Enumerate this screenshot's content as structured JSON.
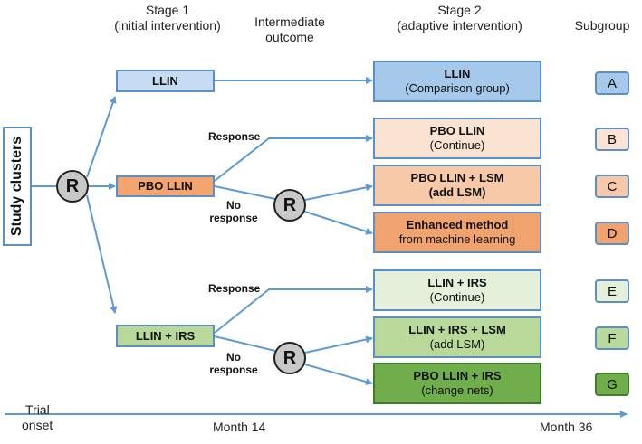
{
  "headers": {
    "stage1": [
      "Stage 1",
      "(initial intervention)"
    ],
    "intermediate": [
      "Intermediate",
      "outcome"
    ],
    "stage2": [
      "Stage 2",
      "(adaptive intervention)"
    ],
    "subgroup": "Subgroup"
  },
  "study_clusters": "Study clusters",
  "random_label": "R",
  "stage1_boxes": {
    "llin": "LLIN",
    "pbo": "PBO LLIN",
    "irs": "LLIN + IRS"
  },
  "edge_labels": {
    "pbo_response": "Response",
    "pbo_no_response": [
      "No",
      "response"
    ],
    "irs_response": "Response",
    "irs_no_response": [
      "No",
      "response"
    ]
  },
  "stage2_boxes": [
    {
      "title": "LLIN",
      "sub": "(Comparison group)",
      "fill": "#a6c8ea",
      "border": "#5b8fc7"
    },
    {
      "title": "PBO LLIN",
      "sub": "(Continue)",
      "fill": "#fbe3d3",
      "border": "#5b8fc7"
    },
    {
      "title": "PBO LLIN + LSM",
      "sub": "(add LSM)",
      "fill": "#f7c9a8",
      "border": "#5b8fc7"
    },
    {
      "title": "Enhanced method",
      "sub": "from machine learning",
      "fill": "#f0a26f",
      "border": "#5b8fc7"
    },
    {
      "title": "LLIN + IRS",
      "sub": "(Continue)",
      "fill": "#e4f0da",
      "border": "#5b8fc7"
    },
    {
      "title": "LLIN + IRS + LSM",
      "sub": "(add LSM)",
      "fill": "#b9d99b",
      "border": "#5b8fc7"
    },
    {
      "title": "PBO LLIN + IRS",
      "sub": "(change nets)",
      "fill": "#6fae4a",
      "border": "#3f7d2a"
    }
  ],
  "subgroups": [
    {
      "label": "A",
      "fill": "#a6c8ea"
    },
    {
      "label": "B",
      "fill": "#fbe3d3"
    },
    {
      "label": "C",
      "fill": "#f7c9a8"
    },
    {
      "label": "D",
      "fill": "#f0a26f"
    },
    {
      "label": "E",
      "fill": "#e4f0da"
    },
    {
      "label": "F",
      "fill": "#b9d99b"
    },
    {
      "label": "G",
      "fill": "#6fae4a"
    }
  ],
  "timeline": {
    "onset": [
      "Trial",
      "onset"
    ],
    "month14": "Month 14",
    "month36": "Month 36"
  },
  "colors": {
    "arrow": "#5b9bd5",
    "llin_stage1": "#c6dcf2",
    "pbo_stage1": "#f4a46e",
    "irs_stage1": "#b9d99b",
    "random_node": "#c8c8c8"
  }
}
